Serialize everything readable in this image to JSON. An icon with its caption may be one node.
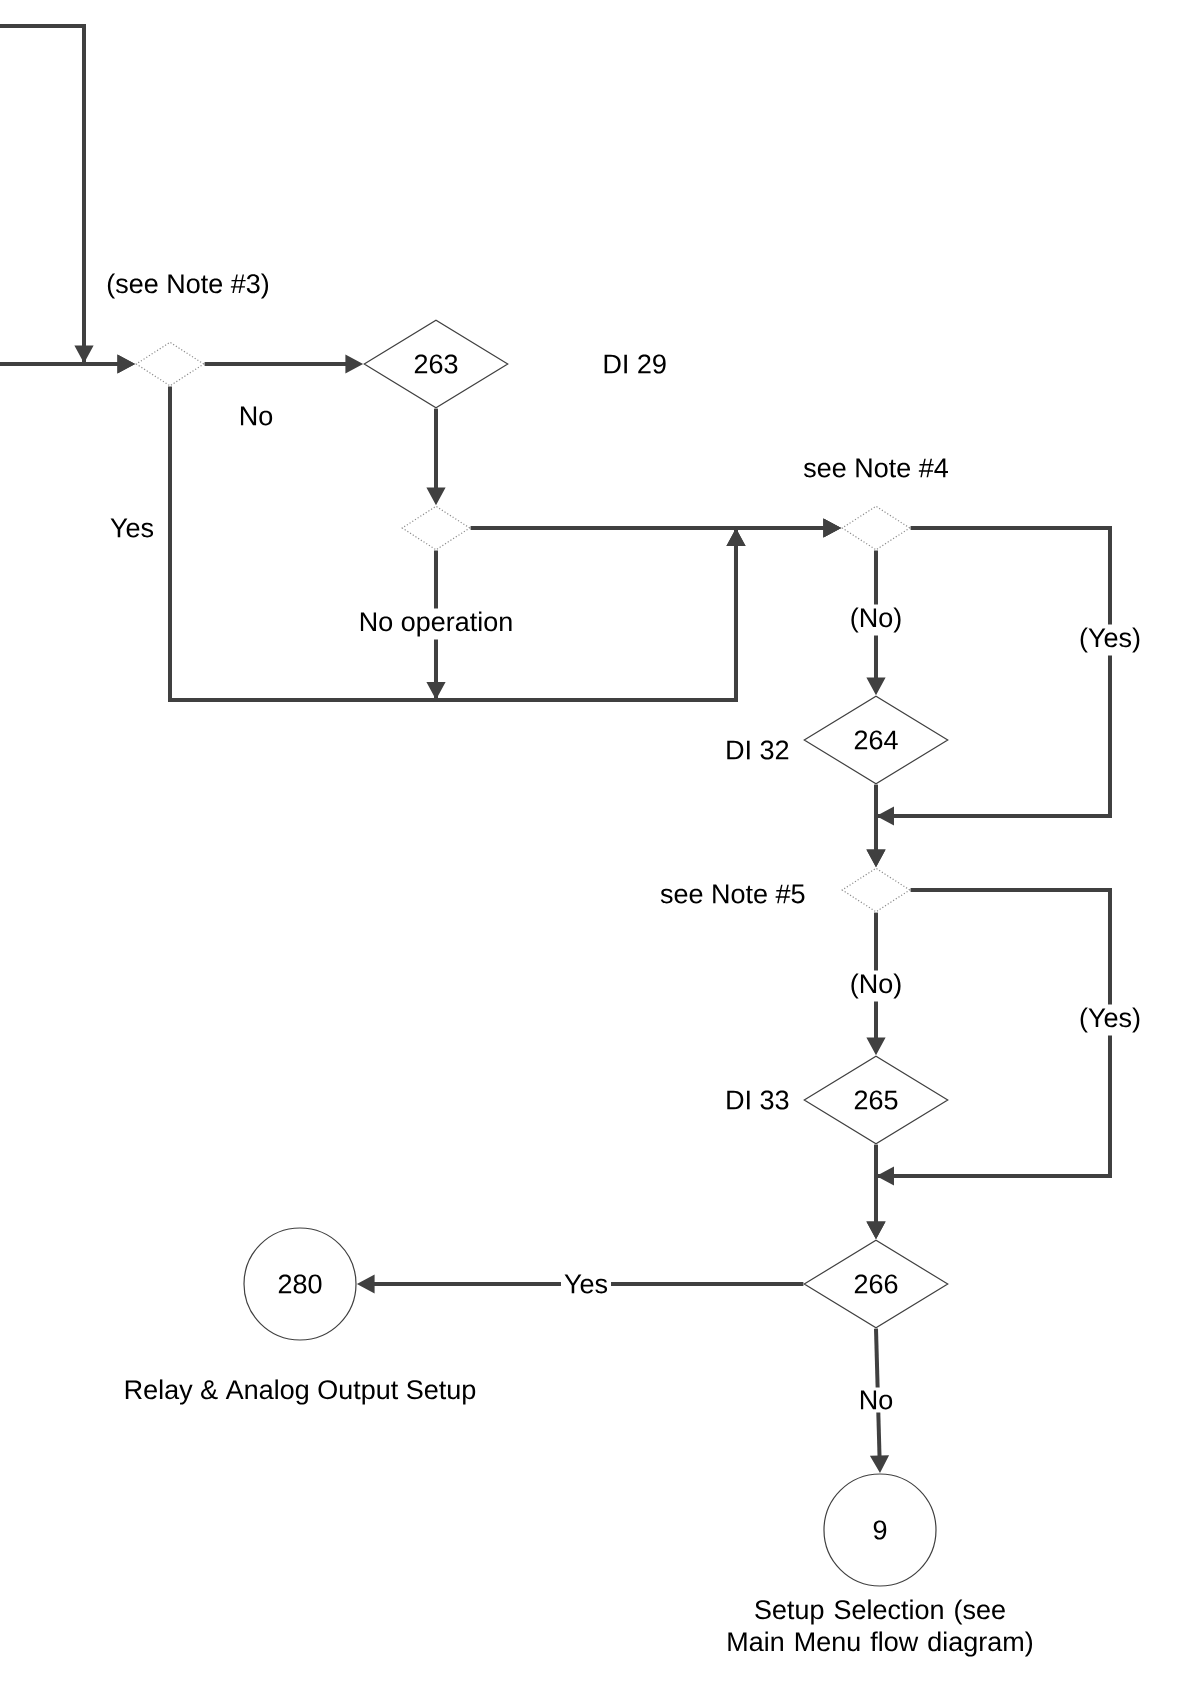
{
  "diagram": {
    "nodes": [
      {
        "text": [],
        "shape": "diamond",
        "beside": [
          "(see Note #3)"
        ]
      },
      {
        "text": [
          "263"
        ],
        "beside": [
          "DI 29"
        ]
      },
      {
        "text": [],
        "shape": "diamond"
      },
      {
        "text": [],
        "shape": "diamond",
        "beside": [
          "see Note #4"
        ]
      },
      {
        "text": [
          "264"
        ],
        "beside": [
          "DI 32"
        ]
      },
      {
        "text": [],
        "shape": "diamond",
        "beside": [
          "see Note #5"
        ]
      },
      {
        "text": [
          "265"
        ],
        "beside": [
          "DI 33"
        ]
      },
      {
        "text": [
          "266"
        ]
      },
      {
        "text": [
          "280"
        ],
        "beside": [
          "Relay & Analog Output Setup"
        ]
      },
      {
        "text": [
          "9"
        ],
        "beside": [
          "Setup Selection (see Main Menu flow diagram)"
        ]
      }
    ],
    "edges": [
      {
        "from": null,
        "to": 0,
        "arrow": "to"
      },
      {
        "from": null,
        "to": 0,
        "arrow": "to"
      },
      {
        "from": 0,
        "to": 1,
        "arrow": "to",
        "label": "No"
      },
      {
        "from": 0,
        "to": 3,
        "arrow": "to",
        "label": "Yes"
      },
      {
        "from": 1,
        "to": 2,
        "arrow": "to"
      },
      {
        "from": 2,
        "to": 3,
        "arrow": "to"
      },
      {
        "from": 2,
        "to": 3,
        "arrow": "to",
        "label": "No operation"
      },
      {
        "from": 3,
        "to": 4,
        "arrow": "to",
        "label": "(No)"
      },
      {
        "from": 3,
        "to": 5,
        "arrow": "to",
        "label": "(Yes)"
      },
      {
        "from": 4,
        "to": 5,
        "arrow": "to"
      },
      {
        "from": 5,
        "to": 6,
        "arrow": "to",
        "label": "(No)"
      },
      {
        "from": 5,
        "to": 7,
        "arrow": "to",
        "label": "(Yes)"
      },
      {
        "from": 6,
        "to": 7,
        "arrow": "to"
      },
      {
        "from": 7,
        "to": 8,
        "arrow": "to",
        "label": "Yes"
      },
      {
        "from": 7,
        "to": 9,
        "arrow": "to",
        "label": "No"
      }
    ]
  }
}
